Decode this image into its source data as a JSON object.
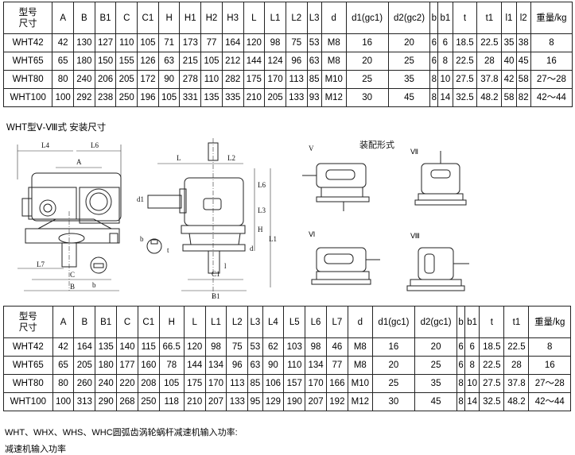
{
  "table1": {
    "headers": [
      "型号\n尺寸",
      "A",
      "B",
      "B1",
      "C",
      "C1",
      "H",
      "H1",
      "H2",
      "H3",
      "L",
      "L1",
      "L2",
      "L3",
      "d",
      "d1(gc1)",
      "d2(gc2)",
      "b",
      "b1",
      "t",
      "t1",
      "l1",
      "l2",
      "重量/kg"
    ],
    "rows": [
      [
        "WHT42",
        "42",
        "130",
        "127",
        "110",
        "105",
        "71",
        "173",
        "77",
        "164",
        "120",
        "98",
        "75",
        "53",
        "M8",
        "16",
        "20",
        "6",
        "6",
        "18.5",
        "22.5",
        "35",
        "38",
        "8"
      ],
      [
        "WHT65",
        "65",
        "180",
        "150",
        "155",
        "126",
        "63",
        "215",
        "105",
        "212",
        "144",
        "124",
        "96",
        "63",
        "M8",
        "20",
        "25",
        "6",
        "8",
        "22.5",
        "28",
        "40",
        "45",
        "16"
      ],
      [
        "WHT80",
        "80",
        "240",
        "206",
        "205",
        "172",
        "90",
        "278",
        "110",
        "282",
        "175",
        "170",
        "113",
        "85",
        "M10",
        "25",
        "35",
        "8",
        "10",
        "27.5",
        "37.8",
        "42",
        "58",
        "27～28"
      ],
      [
        "WHT100",
        "100",
        "292",
        "238",
        "250",
        "196",
        "105",
        "331",
        "135",
        "335",
        "210",
        "205",
        "133",
        "93",
        "M12",
        "30",
        "45",
        "8",
        "14",
        "32.5",
        "48.2",
        "58",
        "82",
        "42～44"
      ]
    ]
  },
  "caption_mount": "WHT型Ⅴ-Ⅷ式 安装尺寸",
  "drawing": {
    "assembly_title": "装配形式",
    "form_labels": [
      "V",
      "Ⅶ",
      "Ⅵ",
      "Ⅷ"
    ],
    "dim_labels": [
      "L4",
      "L6",
      "A",
      "L",
      "L2",
      "L6",
      "L3",
      "d1",
      "H",
      "L1",
      "L7",
      "C",
      "B",
      "b",
      "t",
      "d",
      "C1",
      "B1",
      "t",
      "l",
      "b"
    ]
  },
  "table2": {
    "headers": [
      "型号\n尺寸",
      "A",
      "B",
      "B1",
      "C",
      "C1",
      "H",
      "L",
      "L1",
      "L2",
      "L3",
      "L4",
      "L5",
      "L6",
      "L7",
      "d",
      "d1(gc1)",
      "d2(gc1)",
      "b",
      "b1",
      "t",
      "t1",
      "重量/kg"
    ],
    "rows": [
      [
        "WHT42",
        "42",
        "164",
        "135",
        "140",
        "115",
        "66.5",
        "120",
        "98",
        "75",
        "53",
        "62",
        "103",
        "98",
        "46",
        "M8",
        "16",
        "20",
        "6",
        "6",
        "18.5",
        "22.5",
        "8"
      ],
      [
        "WHT65",
        "65",
        "205",
        "180",
        "177",
        "160",
        "78",
        "144",
        "134",
        "96",
        "63",
        "90",
        "110",
        "134",
        "77",
        "M8",
        "20",
        "25",
        "6",
        "8",
        "22.5",
        "28",
        "16"
      ],
      [
        "WHT80",
        "80",
        "260",
        "240",
        "220",
        "208",
        "105",
        "175",
        "170",
        "113",
        "85",
        "106",
        "157",
        "170",
        "166",
        "M10",
        "25",
        "35",
        "8",
        "10",
        "27.5",
        "37.8",
        "27～28"
      ],
      [
        "WHT100",
        "100",
        "313",
        "290",
        "268",
        "250",
        "118",
        "210",
        "207",
        "133",
        "95",
        "129",
        "190",
        "207",
        "192",
        "M12",
        "30",
        "45",
        "8",
        "14",
        "32.5",
        "48.2",
        "42～44"
      ]
    ]
  },
  "note_line1": "WHT、WHX、WHS、WHC圆弧齿涡轮蜗杆减速机输入功率:",
  "note_line2": "减速机输入功率"
}
